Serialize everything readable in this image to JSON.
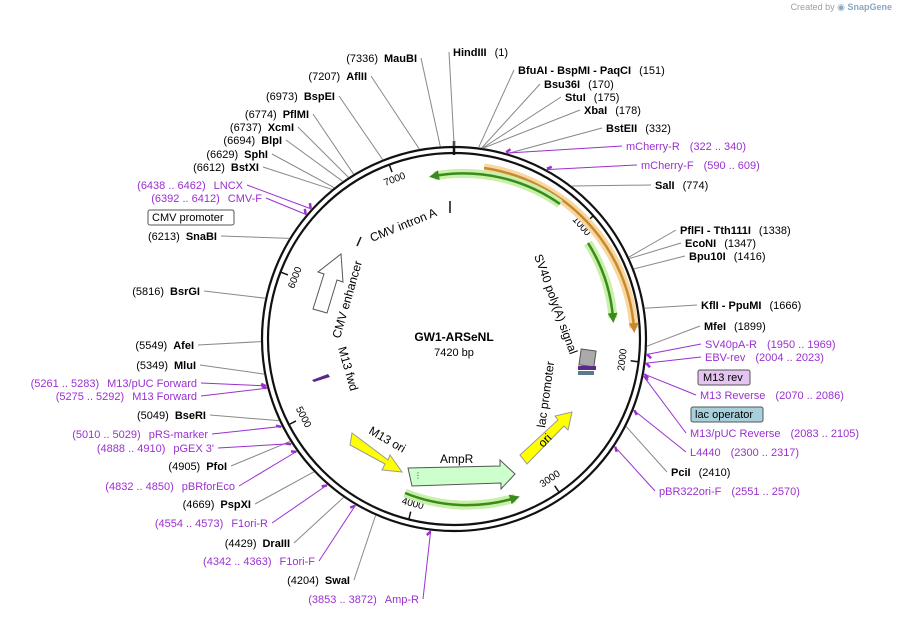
{
  "brand": {
    "created_by": "Created by",
    "app": "SnapGene"
  },
  "plasmid": {
    "name": "GW1-ARSeNL",
    "size": "7420 bp"
  },
  "ticks": [
    "1000",
    "2000",
    "3000",
    "4000",
    "5000",
    "6000",
    "7000"
  ],
  "sites": [
    {
      "name": "HindIII",
      "pos": "(1)"
    },
    {
      "name": "BfuAI  - BspMI  - PaqCI",
      "pos": "(151)"
    },
    {
      "name": "Bsu36I",
      "pos": "(170)"
    },
    {
      "name": "StuI",
      "pos": "(175)"
    },
    {
      "name": "XbaI",
      "pos": "(178)"
    },
    {
      "name": "BstEII",
      "pos": "(332)"
    },
    {
      "name": "SalI",
      "pos": "(774)"
    },
    {
      "name": "PflFI  - Tth111I",
      "pos": "(1338)"
    },
    {
      "name": "EcoNI",
      "pos": "(1347)"
    },
    {
      "name": "Bpu10I",
      "pos": "(1416)"
    },
    {
      "name": "KflI  - PpuMI",
      "pos": "(1666)"
    },
    {
      "name": "MfeI",
      "pos": "(1899)"
    },
    {
      "name": "PciI",
      "pos": "(2410)"
    },
    {
      "name": "SwaI",
      "pos": "(4204)"
    },
    {
      "name": "DraIII",
      "pos": "(4429)"
    },
    {
      "name": "PspXI",
      "pos": "(4669)"
    },
    {
      "name": "PfoI",
      "pos": "(4905)"
    },
    {
      "name": "BseRI",
      "pos": "(5049)"
    },
    {
      "name": "MluI",
      "pos": "(5349)"
    },
    {
      "name": "AfeI",
      "pos": "(5549)"
    },
    {
      "name": "BsrGI",
      "pos": "(5816)"
    },
    {
      "name": "SnaBI",
      "pos": "(6213)"
    },
    {
      "name": "BstXI",
      "pos": "(6612)"
    },
    {
      "name": "SphI",
      "pos": "(6629)"
    },
    {
      "name": "BlpI",
      "pos": "(6694)"
    },
    {
      "name": "XcmI",
      "pos": "(6737)"
    },
    {
      "name": "PflMI",
      "pos": "(6774)"
    },
    {
      "name": "BspEI",
      "pos": "(6973)"
    },
    {
      "name": "AflII",
      "pos": "(7207)"
    },
    {
      "name": "MauBI",
      "pos": "(7336)"
    }
  ],
  "primers": [
    {
      "name": "mCherry-R",
      "pos": "(322 .. 340)"
    },
    {
      "name": "mCherry-F",
      "pos": "(590 .. 609)"
    },
    {
      "name": "SV40pA-R",
      "pos": "(1950 .. 1969)"
    },
    {
      "name": "EBV-rev",
      "pos": "(2004 .. 2023)"
    },
    {
      "name": "M13 Reverse",
      "pos": "(2070 .. 2086)"
    },
    {
      "name": "M13/pUC Reverse",
      "pos": "(2083 .. 2105)"
    },
    {
      "name": "L4440",
      "pos": "(2300 .. 2317)"
    },
    {
      "name": "pBR322ori-F",
      "pos": "(2551 .. 2570)"
    },
    {
      "name": "Amp-R",
      "pos": "(3853 .. 3872)"
    },
    {
      "name": "F1ori-F",
      "pos": "(4342 .. 4363)"
    },
    {
      "name": "F1ori-R",
      "pos": "(4554 .. 4573)"
    },
    {
      "name": "pBRforEco",
      "pos": "(4832 .. 4850)"
    },
    {
      "name": "pGEX 3'",
      "pos": "(4888 .. 4910)"
    },
    {
      "name": "pRS-marker",
      "pos": "(5010 .. 5029)"
    },
    {
      "name": "M13/pUC Forward",
      "pos": "(5261 .. 5283)"
    },
    {
      "name": "M13 Forward",
      "pos": "(5275 .. 5292)"
    },
    {
      "name": "CMV-F",
      "pos": "(6392 .. 6412)"
    },
    {
      "name": "LNCX",
      "pos": "(6438 .. 6462)"
    }
  ],
  "boxed_labels": [
    "M13 rev",
    "lac operator",
    "CMV promoter"
  ],
  "features": {
    "cmv_intron": "CMV intron A",
    "cmv_enhancer": "CMV enhancer",
    "m13_fwd": "M13 fwd",
    "sv40": "SV40 poly(A) signal",
    "lac_promoter": "lac promoter",
    "m13_ori": "M13 ori",
    "ampr": "AmpR",
    "ori": "ori"
  },
  "colors": {
    "backbone": "#111111",
    "orf_green": "#3a8a1e",
    "orf_glow": "#c8f0a8",
    "mcherry": "#c88a30",
    "mcherry_glow": "#f8d8a0",
    "origin_yellow": "#ffff00",
    "ampr_fill": "#ccffcc",
    "primer_purple": "#9b30d0",
    "lac_box": "#a8d0dc",
    "m13rev_box": "#e4c4f0"
  }
}
